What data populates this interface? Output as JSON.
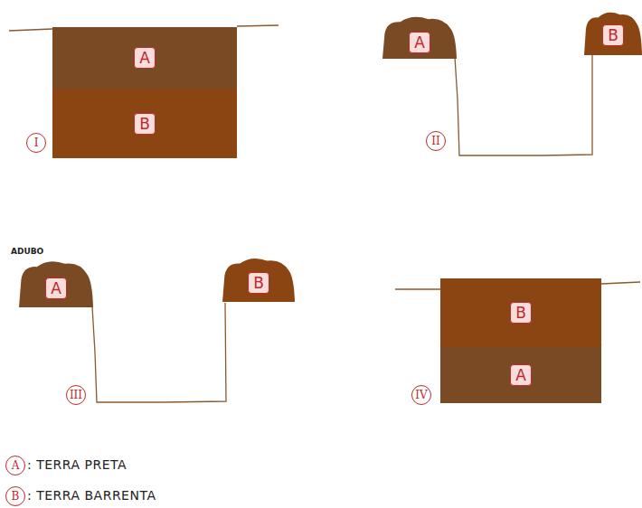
{
  "diagram": {
    "nodes": [
      {
        "text": [
          "A"
        ]
      },
      {
        "text": [
          "B"
        ]
      },
      {
        "text": [
          "I"
        ]
      },
      {
        "text": [
          "A"
        ]
      },
      {
        "text": [
          "B"
        ]
      },
      {
        "text": [
          "II"
        ]
      },
      {
        "text": [
          "A"
        ]
      },
      {
        "text": [
          "B"
        ]
      },
      {
        "text": [
          "III"
        ]
      },
      {
        "text": [
          "B"
        ]
      },
      {
        "text": [
          "A"
        ]
      },
      {
        "text": [
          "IV"
        ]
      },
      {
        "text": [
          "A"
        ]
      },
      {
        "text": [
          "B"
        ]
      }
    ],
    "labels": [
      "ADUBO"
    ],
    "legend": [
      {
        "text": ": TERRA PRETA"
      },
      {
        "text": ": TERRA BARRENTA"
      }
    ]
  }
}
